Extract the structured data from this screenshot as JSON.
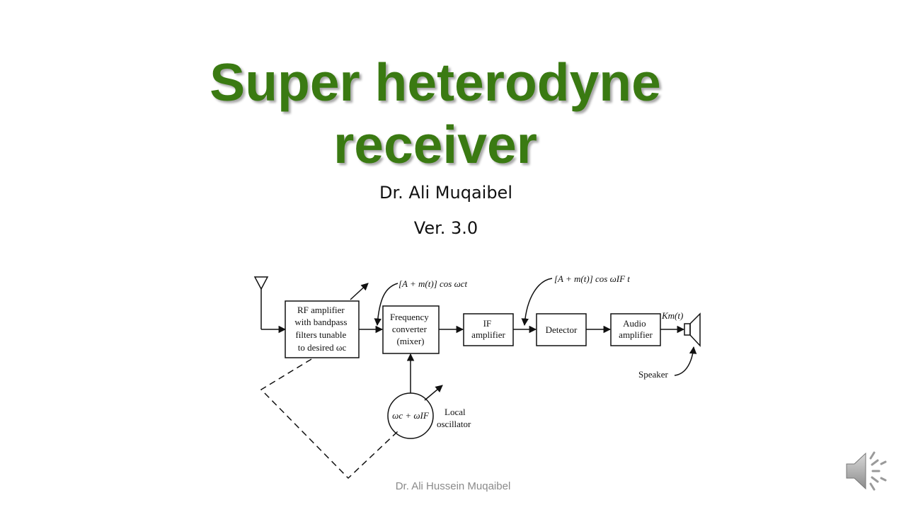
{
  "slide": {
    "title_line1": "Super heterodyne",
    "title_line2": "receiver",
    "author": "Dr. Ali Muqaibel",
    "version": "Ver. 3.0",
    "footer": "Dr. Ali Hussein Muqaibel"
  },
  "diagram": {
    "rf_amplifier": [
      "RF amplifier",
      "with bandpass",
      "filters tunable",
      "to desired ωc"
    ],
    "mixer": [
      "Frequency",
      "converter",
      "(mixer)"
    ],
    "if_amplifier": [
      "IF",
      "amplifier"
    ],
    "detector": "Detector",
    "audio_amplifier": [
      "Audio",
      "amplifier"
    ],
    "signal_rf": "[A + m(t)] cos ωct",
    "signal_if": "[A + m(t)]  cos ωIF t",
    "output": "Km(t)",
    "speaker_label": "Speaker",
    "oscillator_value": "ωc + ωIF",
    "local_oscillator": [
      "Local",
      "oscillator"
    ]
  },
  "icons": {
    "audio": "speaker-audio-icon"
  },
  "colors": {
    "title": "#3a7a12",
    "footer": "#8a8a8a"
  }
}
